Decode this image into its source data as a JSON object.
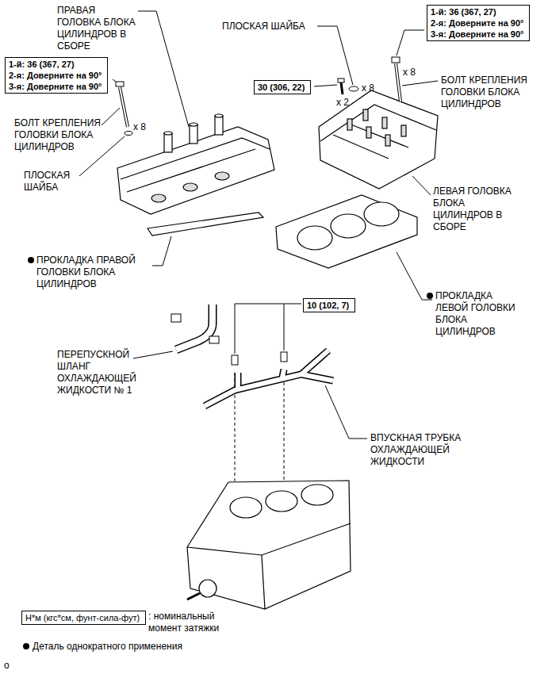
{
  "diagram": {
    "nodes": [
      {
        "text": [
          "1-й: 36 (367, 27)",
          "2-я: Доверните на 90°",
          "3-я: Доверните на 90°"
        ]
      },
      {
        "text": [
          "1-й: 36 (367, 27)",
          "2-я: Доверните на 90°",
          "3-я: Доверните на 90°"
        ]
      },
      {
        "text": [
          "30 (306, 22)"
        ]
      },
      {
        "text": [
          "10 (102, 7)"
        ]
      },
      {
        "text": [
          "Н*м (кгс*см, фунт-сила-фут)"
        ]
      }
    ],
    "labels": [
      "ПРАВАЯ ГОЛОВКА БЛОКА ЦИЛИНДРОВ В СБОРЕ",
      "x 8",
      "БОЛТ КРЕПЛЕНИЯ ГОЛОВКИ БЛОКА ЦИЛИНДРОВ",
      "ПЛОСКАЯ ШАЙБА",
      "ПЛОСКАЯ ШАЙБА",
      "x 8",
      "x 8",
      "БОЛТ КРЕПЛЕНИЯ ГОЛОВКИ БЛОКА ЦИЛИНДРОВ",
      "x 2",
      "ЛЕВАЯ ГОЛОВКА БЛОКА ЦИЛИНДРОВ В СБОРЕ",
      "ПРОКЛАДКА ПРАВОЙ ГОЛОВКИ БЛОКА ЦИЛИНДРОВ",
      "ПРОКЛАДКА ЛЕВОЙ ГОЛОВКИ БЛОКА ЦИЛИНДРОВ",
      "ПЕРЕПУСКНОЙ ШЛАНГ ОХЛАЖДАЮЩЕЙ ЖИДКОСТИ № 1",
      "ВПУСКНАЯ ТРУБКА ОХЛАЖДАЮЩЕЙ ЖИДКОСТИ",
      "o"
    ],
    "legend": [
      {
        "text": ": номинальный момент затяжки"
      },
      {
        "text": "Деталь однократного применения"
      }
    ]
  }
}
